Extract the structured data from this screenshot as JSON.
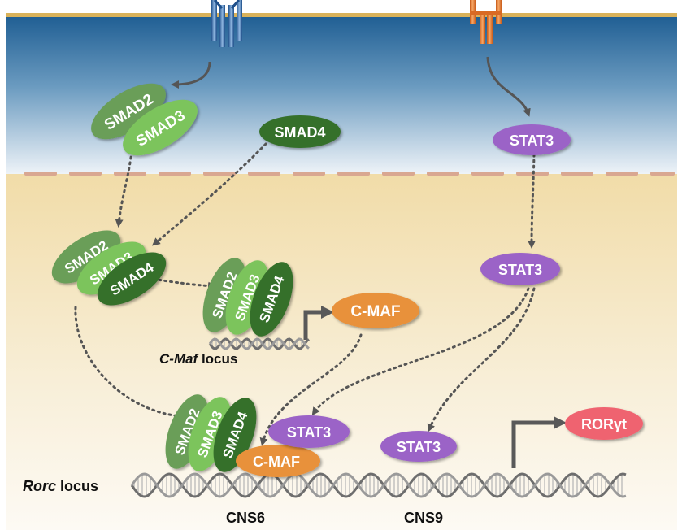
{
  "labels": {
    "smad2": "SMAD2",
    "smad3": "SMAD3",
    "smad4": "SMAD4",
    "stat3": "STAT3",
    "cmaf": "C-MAF",
    "rorgt": "RORγt",
    "cmaf_locus_italic": "C-Maf",
    "cmaf_locus_word": " locus",
    "rorc_locus_italic": "Rorc",
    "rorc_locus_word": " locus",
    "cns6": "CNS6",
    "cns9": "CNS9"
  },
  "colors": {
    "membrane_top": "#1f5e93",
    "membrane_bottom": "#f4f6f9",
    "cytoplasm_top": "#f3dfae",
    "cytoplasm_bottom": "#fbf7ef",
    "nuclear_envelope": "#d9a791",
    "smad2": "#6a9e58",
    "smad3": "#7cc45c",
    "smad4": "#356f2b",
    "stat3": "#9b63c7",
    "cmaf": "#e8913b",
    "rorgt": "#ef6470",
    "tgf_receptor": "#3a70b4",
    "il6_receptor": "#ec7f2f"
  }
}
